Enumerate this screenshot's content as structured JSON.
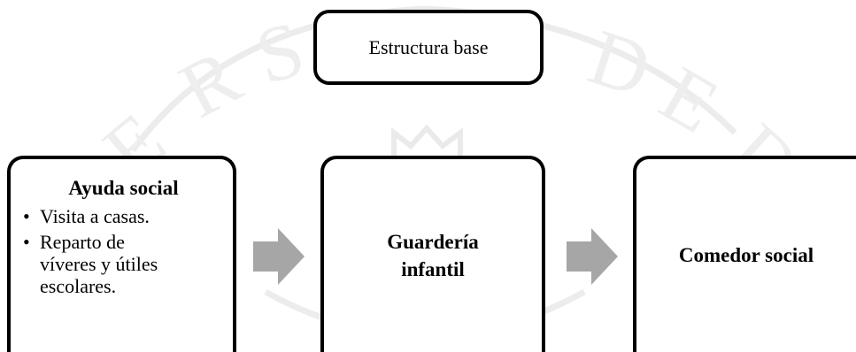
{
  "diagram": {
    "top_box": {
      "label": "Estructura base"
    },
    "ayuda_box": {
      "title": "Ayuda social",
      "bullet_symbol": "•",
      "items": [
        {
          "line1": "Visita a casas."
        },
        {
          "line1": "Reparto de",
          "line2": "víveres y útiles",
          "line3": "escolares."
        }
      ]
    },
    "guarderia_box": {
      "line1": "Guardería",
      "line2": "infantil"
    },
    "comedor_box": {
      "label": "Comedor social"
    },
    "colors": {
      "border": "#000000",
      "arrow": "#a6a6a6",
      "watermark": "#ececec"
    }
  }
}
